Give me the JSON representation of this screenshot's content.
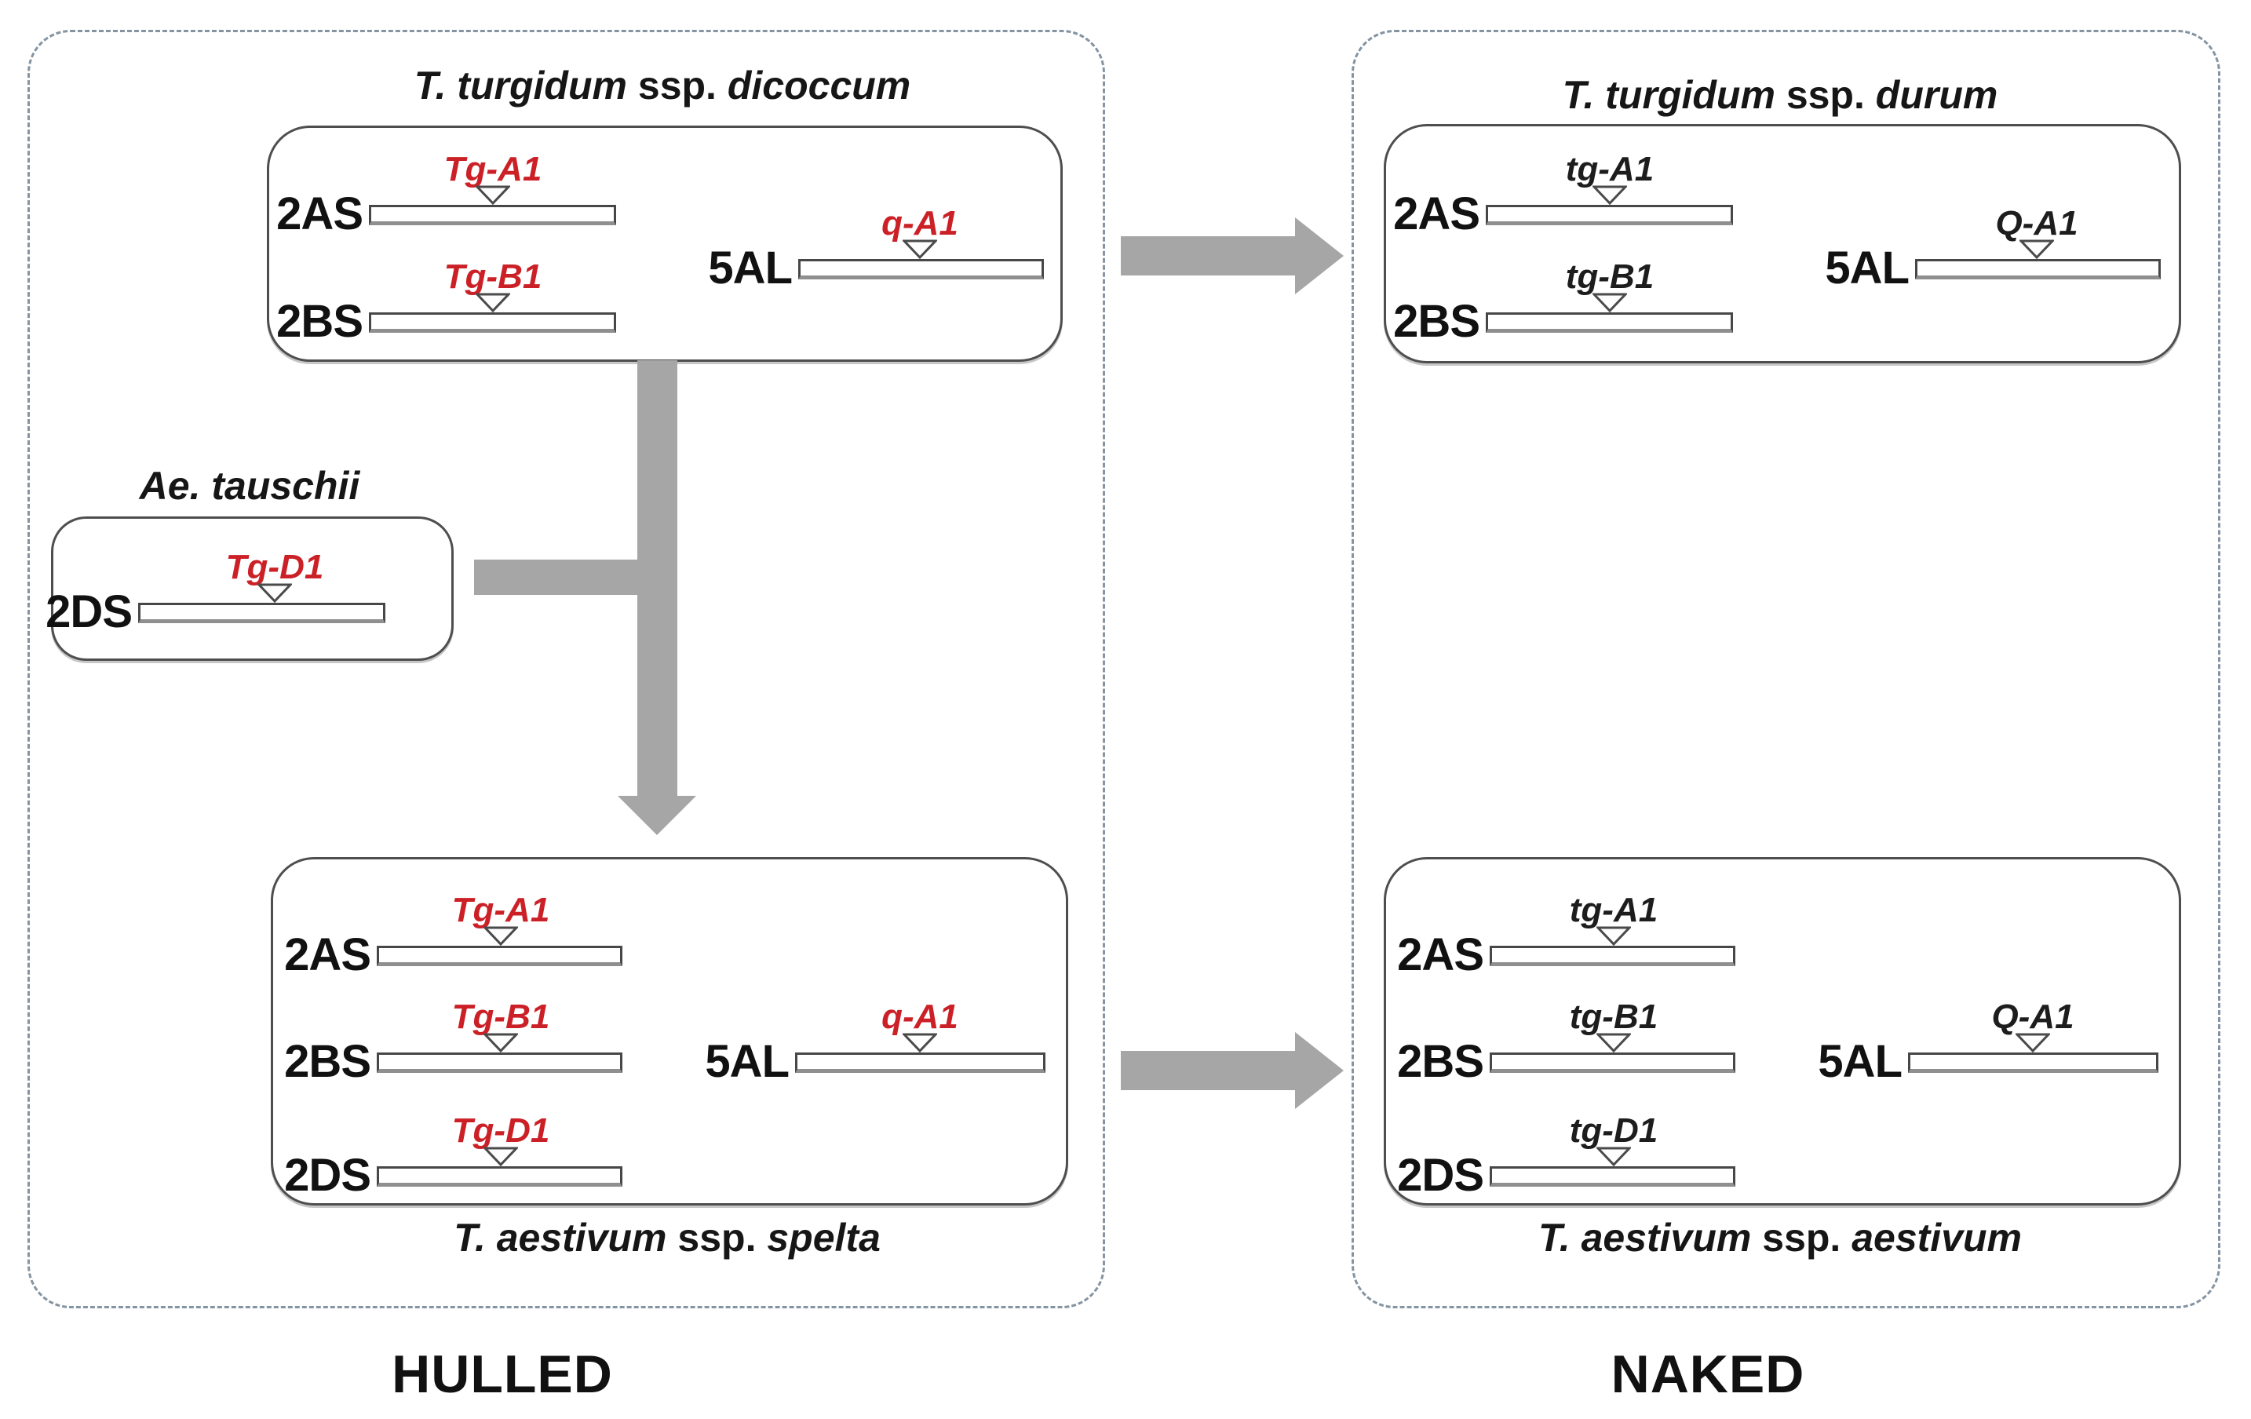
{
  "colors": {
    "locus_functional_red": "#cc2027",
    "locus_nonfunctional_black": "#1d1d1d",
    "arrow_gray": "#a6a6a6",
    "panel_dash_bluegray": "#8494a2"
  },
  "panels": {
    "hulled": {
      "label": "HULLED"
    },
    "naked": {
      "label": "NAKED"
    }
  },
  "boxes": {
    "dicoccum": {
      "title_t1": "T. turgidum",
      "title_t2": "ssp.",
      "title_t3": "dicoccum",
      "rows": [
        {
          "chrom": "2AS",
          "gene": "Tg-A1",
          "gene_class": "gene red"
        },
        {
          "chrom": "2BS",
          "gene": "Tg-B1",
          "gene_class": "gene red"
        },
        {
          "chrom": "5AL",
          "gene": "q-A1",
          "gene_class": "gene red"
        }
      ]
    },
    "tauschii": {
      "title_t1": "Ae. tauschii",
      "title_t2": "",
      "title_t3": "",
      "rows": [
        {
          "chrom": "2DS",
          "gene": "Tg-D1",
          "gene_class": "gene red"
        }
      ]
    },
    "spelta": {
      "title_t1": "T. aestivum",
      "title_t2": "ssp.",
      "title_t3": "spelta",
      "rows": [
        {
          "chrom": "2AS",
          "gene": "Tg-A1",
          "gene_class": "gene red"
        },
        {
          "chrom": "2BS",
          "gene": "Tg-B1",
          "gene_class": "gene red"
        },
        {
          "chrom": "5AL",
          "gene": "q-A1",
          "gene_class": "gene red"
        },
        {
          "chrom": "2DS",
          "gene": "Tg-D1",
          "gene_class": "gene red"
        }
      ]
    },
    "durum": {
      "title_t1": "T. turgidum",
      "title_t2": "ssp.",
      "title_t3": "durum",
      "rows": [
        {
          "chrom": "2AS",
          "gene": "tg-A1",
          "gene_class": "gene dark"
        },
        {
          "chrom": "2BS",
          "gene": "tg-B1",
          "gene_class": "gene dark"
        },
        {
          "chrom": "5AL",
          "gene": "Q-A1",
          "gene_class": "gene dark"
        }
      ]
    },
    "aestivum": {
      "title_t1": "T. aestivum",
      "title_t2": "ssp.",
      "title_t3": "aestivum",
      "rows": [
        {
          "chrom": "2AS",
          "gene": "tg-A1",
          "gene_class": "gene dark"
        },
        {
          "chrom": "2BS",
          "gene": "tg-B1",
          "gene_class": "gene dark"
        },
        {
          "chrom": "5AL",
          "gene": "Q-A1",
          "gene_class": "gene dark"
        },
        {
          "chrom": "2DS",
          "gene": "tg-D1",
          "gene_class": "gene dark"
        }
      ]
    }
  }
}
